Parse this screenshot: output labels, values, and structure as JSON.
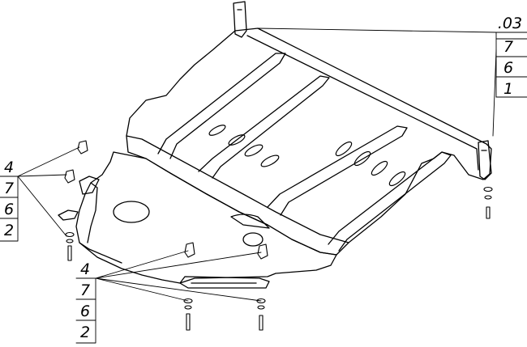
{
  "callouts": {
    "top_right": [
      ".03",
      "7",
      "6",
      "1"
    ],
    "left": [
      "4",
      "7",
      "6",
      "2"
    ],
    "bottom": [
      "4",
      "7",
      "6",
      "2"
    ]
  }
}
